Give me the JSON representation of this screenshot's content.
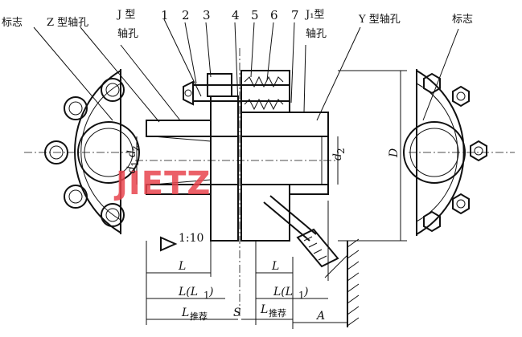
{
  "labels": {
    "mark_left": "标志",
    "z_type_bore": "Z 型轴孔",
    "j_type_line1": "J 型",
    "j_type_line2": "轴孔",
    "num_1": "1",
    "num_2": "2",
    "num_3": "3",
    "num_4": "4",
    "num_5": "5",
    "num_6": "6",
    "num_7": "7",
    "j1_line1": "J₁型",
    "j1_line2": "轴孔",
    "y_type_bore": "Y 型轴孔",
    "mark_right": "标志"
  },
  "dimensions": {
    "d_z": "d",
    "d_z_sub": "z",
    "d1": "d",
    "d1_sub": "1",
    "d2": "d",
    "d2_sub": "2",
    "D": "D",
    "taper": "1:10",
    "L_left": "L",
    "L_right": "L",
    "LL1_left": "L(L",
    "LL1_left_sub": "1",
    "LL1_left_end": ")",
    "LL1_right": "L(L",
    "LL1_right_sub": "1",
    "LL1_right_end": ")",
    "Lrec_left": "L",
    "Lrec_left_sub": "推荐",
    "Lrec_right": "L",
    "Lrec_right_sub": "推荐",
    "S": "S",
    "A": "A"
  },
  "watermark": "JIETZ",
  "colors": {
    "line": "#111111",
    "hatch": "#222222",
    "watermark": "#e8454e"
  }
}
